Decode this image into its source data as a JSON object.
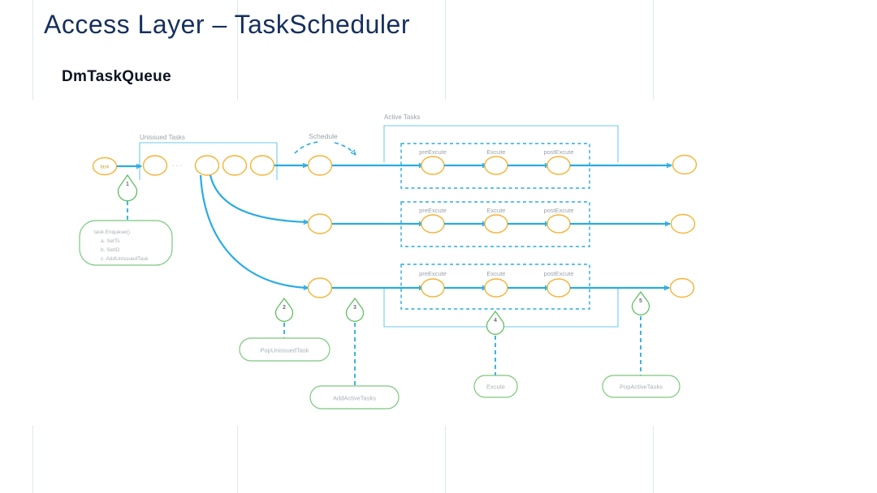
{
  "slide": {
    "title": "Access Layer – TaskScheduler",
    "subtitle": "DmTaskQueue",
    "background": "#ffffff",
    "guide_color": "#dde7f2",
    "title_color": "#16305e"
  },
  "colors": {
    "flow_blue": "#29ABE2",
    "node_orange": "#F5B335",
    "bracket_blue": "#6FC9EF",
    "callout_green": "#7DC87D",
    "label_gray": "#9aa3ab",
    "dashed_box": "#29ABE2"
  },
  "diagram": {
    "brackets": [
      {
        "id": "unissued-tasks",
        "label": "Unissued Tasks"
      },
      {
        "id": "active-tasks",
        "label": "Active Tasks"
      }
    ],
    "source_node": {
      "label": "task"
    },
    "schedule_label": "Schedule",
    "unissued_nodes": [
      {
        "label": ""
      },
      {
        "label": ""
      },
      {
        "label": ""
      },
      {
        "label": ""
      }
    ],
    "unissued_ellipsis": "· · ·",
    "rows": [
      {
        "id": "row-1",
        "schedule_node": {
          "label": ""
        },
        "stages": [
          {
            "label": "preExcute"
          },
          {
            "label": "Excute"
          },
          {
            "label": "postExcute"
          }
        ],
        "end_node": {
          "label": ""
        }
      },
      {
        "id": "row-2",
        "schedule_node": {
          "label": ""
        },
        "stages": [
          {
            "label": "preExcute"
          },
          {
            "label": "Excute"
          },
          {
            "label": "postExcute"
          }
        ],
        "end_node": {
          "label": ""
        }
      },
      {
        "id": "row-3",
        "schedule_node": {
          "label": ""
        },
        "stages": [
          {
            "label": "preExcute"
          },
          {
            "label": "Excute"
          },
          {
            "label": "postExcute"
          }
        ],
        "end_node": {
          "label": ""
        }
      }
    ],
    "callouts": [
      {
        "number": "1",
        "title": "task.Enqueue()",
        "items": [
          "a. SetTs",
          "b. SetID",
          "c. AddUnissuedTask"
        ]
      },
      {
        "number": "2",
        "title": "PopUnissuedTask",
        "items": []
      },
      {
        "number": "3",
        "title": "AddActiveTasks",
        "items": []
      },
      {
        "number": "4",
        "title": "Excute",
        "items": []
      },
      {
        "number": "5",
        "title": "PopActiveTasks",
        "items": []
      }
    ]
  }
}
